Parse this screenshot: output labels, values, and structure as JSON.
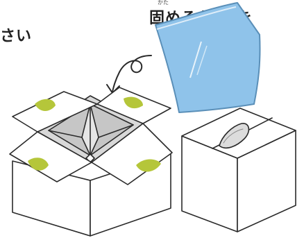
{
  "text": {
    "line1": "固めるもの)を",
    "ruby": "かた",
    "line2": "さい"
  },
  "colors": {
    "bag_fill": "#8fc3ea",
    "bag_stroke": "#5a8fb8",
    "accent_green": "#b5c63a",
    "liner_fill": "#d8d8d8",
    "ink": "#2a2a2a"
  },
  "icons": [
    "plastic-bag-icon",
    "curved-arrow-icon",
    "open-box-icon",
    "sealed-box-icon"
  ]
}
